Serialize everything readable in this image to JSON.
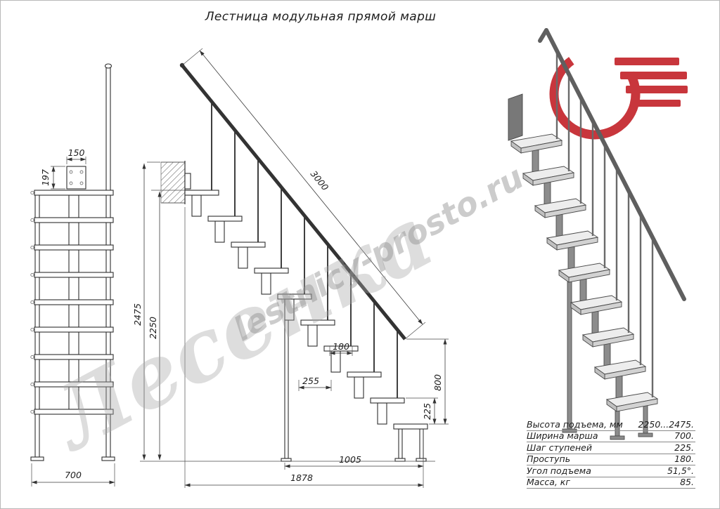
{
  "title": "Лестница модульная прямой марш",
  "watermarks": {
    "big": "Лесенка",
    "site": "lestnicy-prosto.ru"
  },
  "colors": {
    "accent_red": "#c4262c",
    "line": "#2f2f2f",
    "watermark": "#a8a8a8"
  },
  "dimensions": {
    "front": {
      "bracket_width": "150",
      "bracket_height": "197",
      "march_width": "700"
    },
    "side": {
      "stringer_length": "3000",
      "total_height": "2475",
      "platform_height": "2250",
      "tread_depth": "180",
      "module_length": "255",
      "rail_height": "800",
      "step_height": "225",
      "base_length": "1005",
      "total_length": "1878"
    }
  },
  "specs": {
    "rows": [
      {
        "label": "Высота подъема, мм",
        "value": "2250...2475."
      },
      {
        "label": "Ширина марша",
        "value": "700."
      },
      {
        "label": "Шаг ступеней",
        "value": "225."
      },
      {
        "label": "Проступь",
        "value": "180."
      },
      {
        "label": "Угол подъема",
        "value": "51,5°."
      },
      {
        "label": "Масса, кг",
        "value": "85."
      }
    ]
  }
}
